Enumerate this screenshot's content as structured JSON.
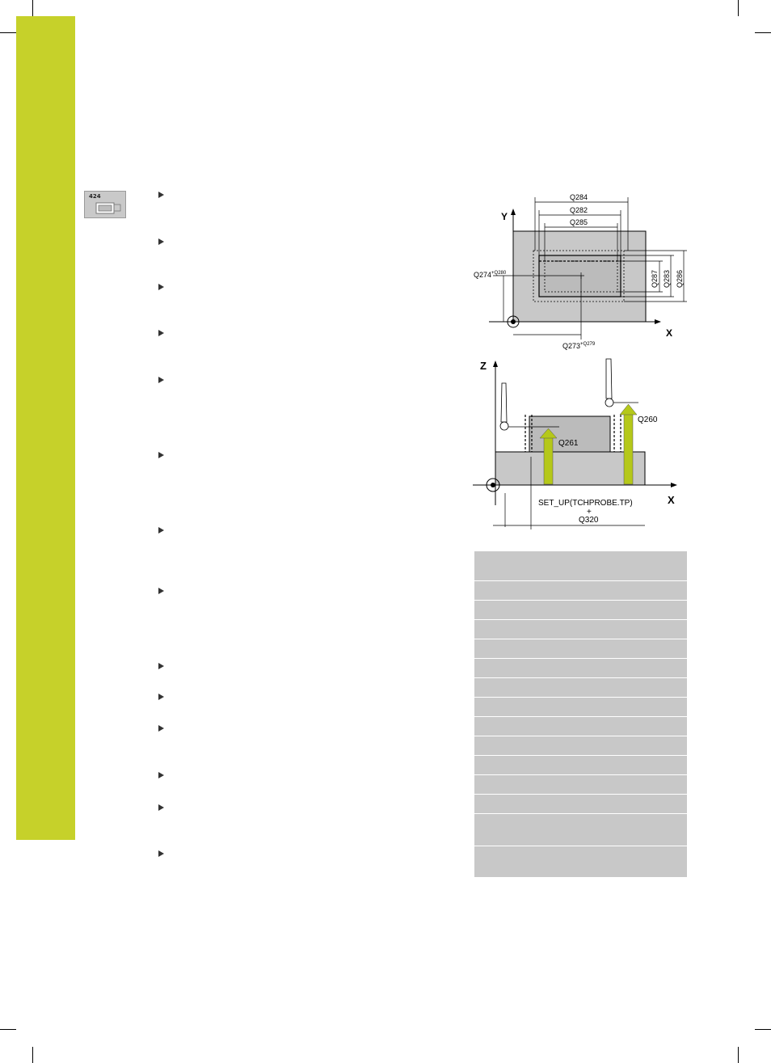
{
  "icon": {
    "cycle_number": "424"
  },
  "top_view": {
    "axis_y": "Y",
    "axis_x": "X",
    "dim_q284": "Q284",
    "dim_q282": "Q282",
    "dim_q285": "Q285",
    "dim_q287": "Q287",
    "dim_q283": "Q283",
    "dim_q286": "Q286",
    "label_q274": "Q274",
    "label_q274_sup": "+Q280",
    "label_q273": "Q273",
    "label_q273_sup": "+Q279"
  },
  "side_view": {
    "axis_z": "Z",
    "axis_x": "X",
    "label_q260": "Q260",
    "label_q261": "Q261",
    "label_setup": "SET_UP(TCHPROBE.TP)",
    "label_plus": "+",
    "label_q320": "Q320"
  },
  "colors": {
    "accent": "#c6d12a",
    "part_gray": "#c8c8c8",
    "arrow_green": "#b5c81a"
  }
}
